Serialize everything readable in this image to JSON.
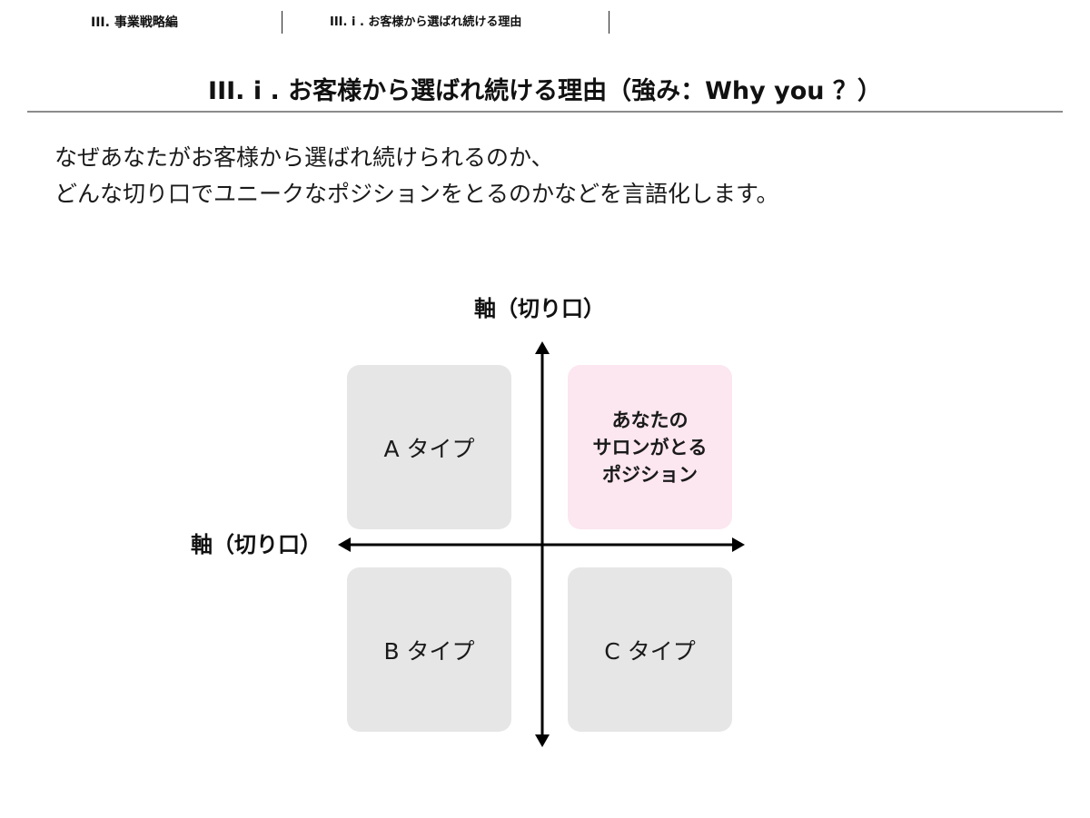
{
  "breadcrumb": {
    "section": "III. 事業戦略編",
    "current": "III. i . お客様から選ばれ続ける理由"
  },
  "title": "III. i . お客様から選ばれ続ける理由（強み：Why you ？）",
  "intro": {
    "line1": "なぜあなたがお客様から選ばれ続けられるのか、",
    "line2": "どんな切り口でユニークなポジションをとるのかなどを言語化します。"
  },
  "diagram": {
    "vertical_axis_label": "軸（切り口）",
    "horizontal_axis_label": "軸（切り口）",
    "quadrants": {
      "top_left": "A タイプ",
      "top_right_lines": [
        "あなたの",
        "サロンがとる",
        "ポジション"
      ],
      "bottom_left": "B タイプ",
      "bottom_right": "C タイプ"
    }
  },
  "colors": {
    "quadrant_fill": "#e6e6e6",
    "highlight_fill": "#fce6ef",
    "axis": "#000000",
    "rule": "#8c8c8c"
  }
}
